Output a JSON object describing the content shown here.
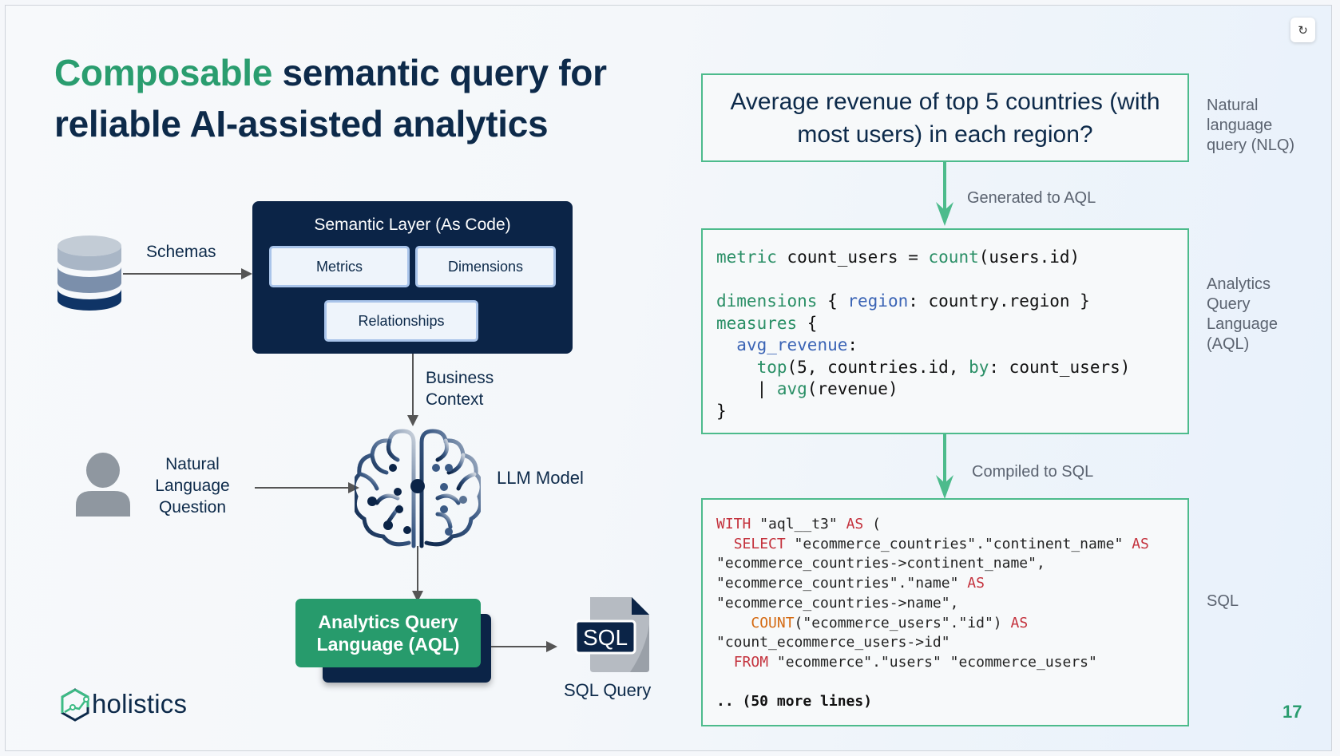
{
  "slide": {
    "title": {
      "accent": "Composable",
      "rest_line1": " semantic query for",
      "line2": "reliable AI-assisted analytics"
    },
    "page_number": "17",
    "refresh_icon": "refresh-icon",
    "colors": {
      "accent_green": "#2a9d6f",
      "navy": "#0b2447",
      "flow_border": "#4dbb8c",
      "sql_keyword": "#c4323d",
      "sql_function": "#d46a12",
      "aql_keyword": "#2a8f66",
      "aql_identifier": "#3b64b5"
    }
  },
  "diagram": {
    "schemas_label": "Schemas",
    "semantic_layer": {
      "title": "Semantic Layer (As Code)",
      "chips": [
        "Metrics",
        "Dimensions",
        "Relationships"
      ]
    },
    "business_context_label": [
      "Business",
      "Context"
    ],
    "user_label": [
      "Natural",
      "Language",
      "Question"
    ],
    "llm_label": "LLM Model",
    "aql_box": [
      "Analytics Query",
      "Language (AQL)"
    ],
    "sql_icon_text": "SQL",
    "sql_query_label": "SQL Query",
    "logo_text": "holistics"
  },
  "flow": {
    "nlq": {
      "text": [
        "Average revenue of top 5 countries (with",
        "most users) in each region?"
      ],
      "side_label": [
        "Natural",
        "language",
        "query (NLQ)"
      ]
    },
    "arrow1_label": "Generated to AQL",
    "aql": {
      "side_label": [
        "Analytics",
        "Query",
        "Language",
        "(AQL)"
      ],
      "lines": [
        [
          [
            "kw",
            "metric"
          ],
          [
            "t",
            " count_users = "
          ],
          [
            "kw",
            "count"
          ],
          [
            "t",
            "(users.id)"
          ]
        ],
        [
          [
            "t",
            ""
          ]
        ],
        [
          [
            "kw",
            "dimensions"
          ],
          [
            "t",
            " { "
          ],
          [
            "id",
            "region"
          ],
          [
            "t",
            ": country.region }"
          ]
        ],
        [
          [
            "kw",
            "measures"
          ],
          [
            "t",
            " {"
          ]
        ],
        [
          [
            "t",
            "  "
          ],
          [
            "id",
            "avg_revenue"
          ],
          [
            "t",
            ":"
          ]
        ],
        [
          [
            "t",
            "    "
          ],
          [
            "kw",
            "top"
          ],
          [
            "t",
            "(5, countries.id, "
          ],
          [
            "kw",
            "by"
          ],
          [
            "t",
            ": count_users)"
          ]
        ],
        [
          [
            "t",
            "    | "
          ],
          [
            "kw",
            "avg"
          ],
          [
            "t",
            "(revenue)"
          ]
        ],
        [
          [
            "t",
            "}"
          ]
        ]
      ]
    },
    "arrow2_label": "Compiled to SQL",
    "sql": {
      "side_label": "SQL",
      "lines": [
        [
          [
            "k",
            "WITH"
          ],
          [
            "t",
            " \"aql__t3\" "
          ],
          [
            "k",
            "AS"
          ],
          [
            "t",
            " ("
          ]
        ],
        [
          [
            "t",
            "  "
          ],
          [
            "k",
            "SELECT"
          ],
          [
            "t",
            " \"ecommerce_countries\".\"continent_name\" "
          ],
          [
            "k",
            "AS"
          ]
        ],
        [
          [
            "t",
            "\"ecommerce_countries->continent_name\","
          ]
        ],
        [
          [
            "t",
            "\"ecommerce_countries\".\"name\" "
          ],
          [
            "k",
            "AS"
          ]
        ],
        [
          [
            "t",
            "\"ecommerce_countries->name\","
          ]
        ],
        [
          [
            "t",
            "    "
          ],
          [
            "f",
            "COUNT"
          ],
          [
            "t",
            "(\"ecommerce_users\".\"id\") "
          ],
          [
            "k",
            "AS"
          ]
        ],
        [
          [
            "t",
            "\"count_ecommerce_users->id\""
          ]
        ],
        [
          [
            "t",
            "  "
          ],
          [
            "k",
            "FROM"
          ],
          [
            "t",
            " \"ecommerce\".\"users\" \"ecommerce_users\""
          ]
        ],
        [
          [
            "t",
            ""
          ]
        ],
        [
          [
            "more",
            ".. (50 more lines)"
          ]
        ]
      ]
    }
  }
}
